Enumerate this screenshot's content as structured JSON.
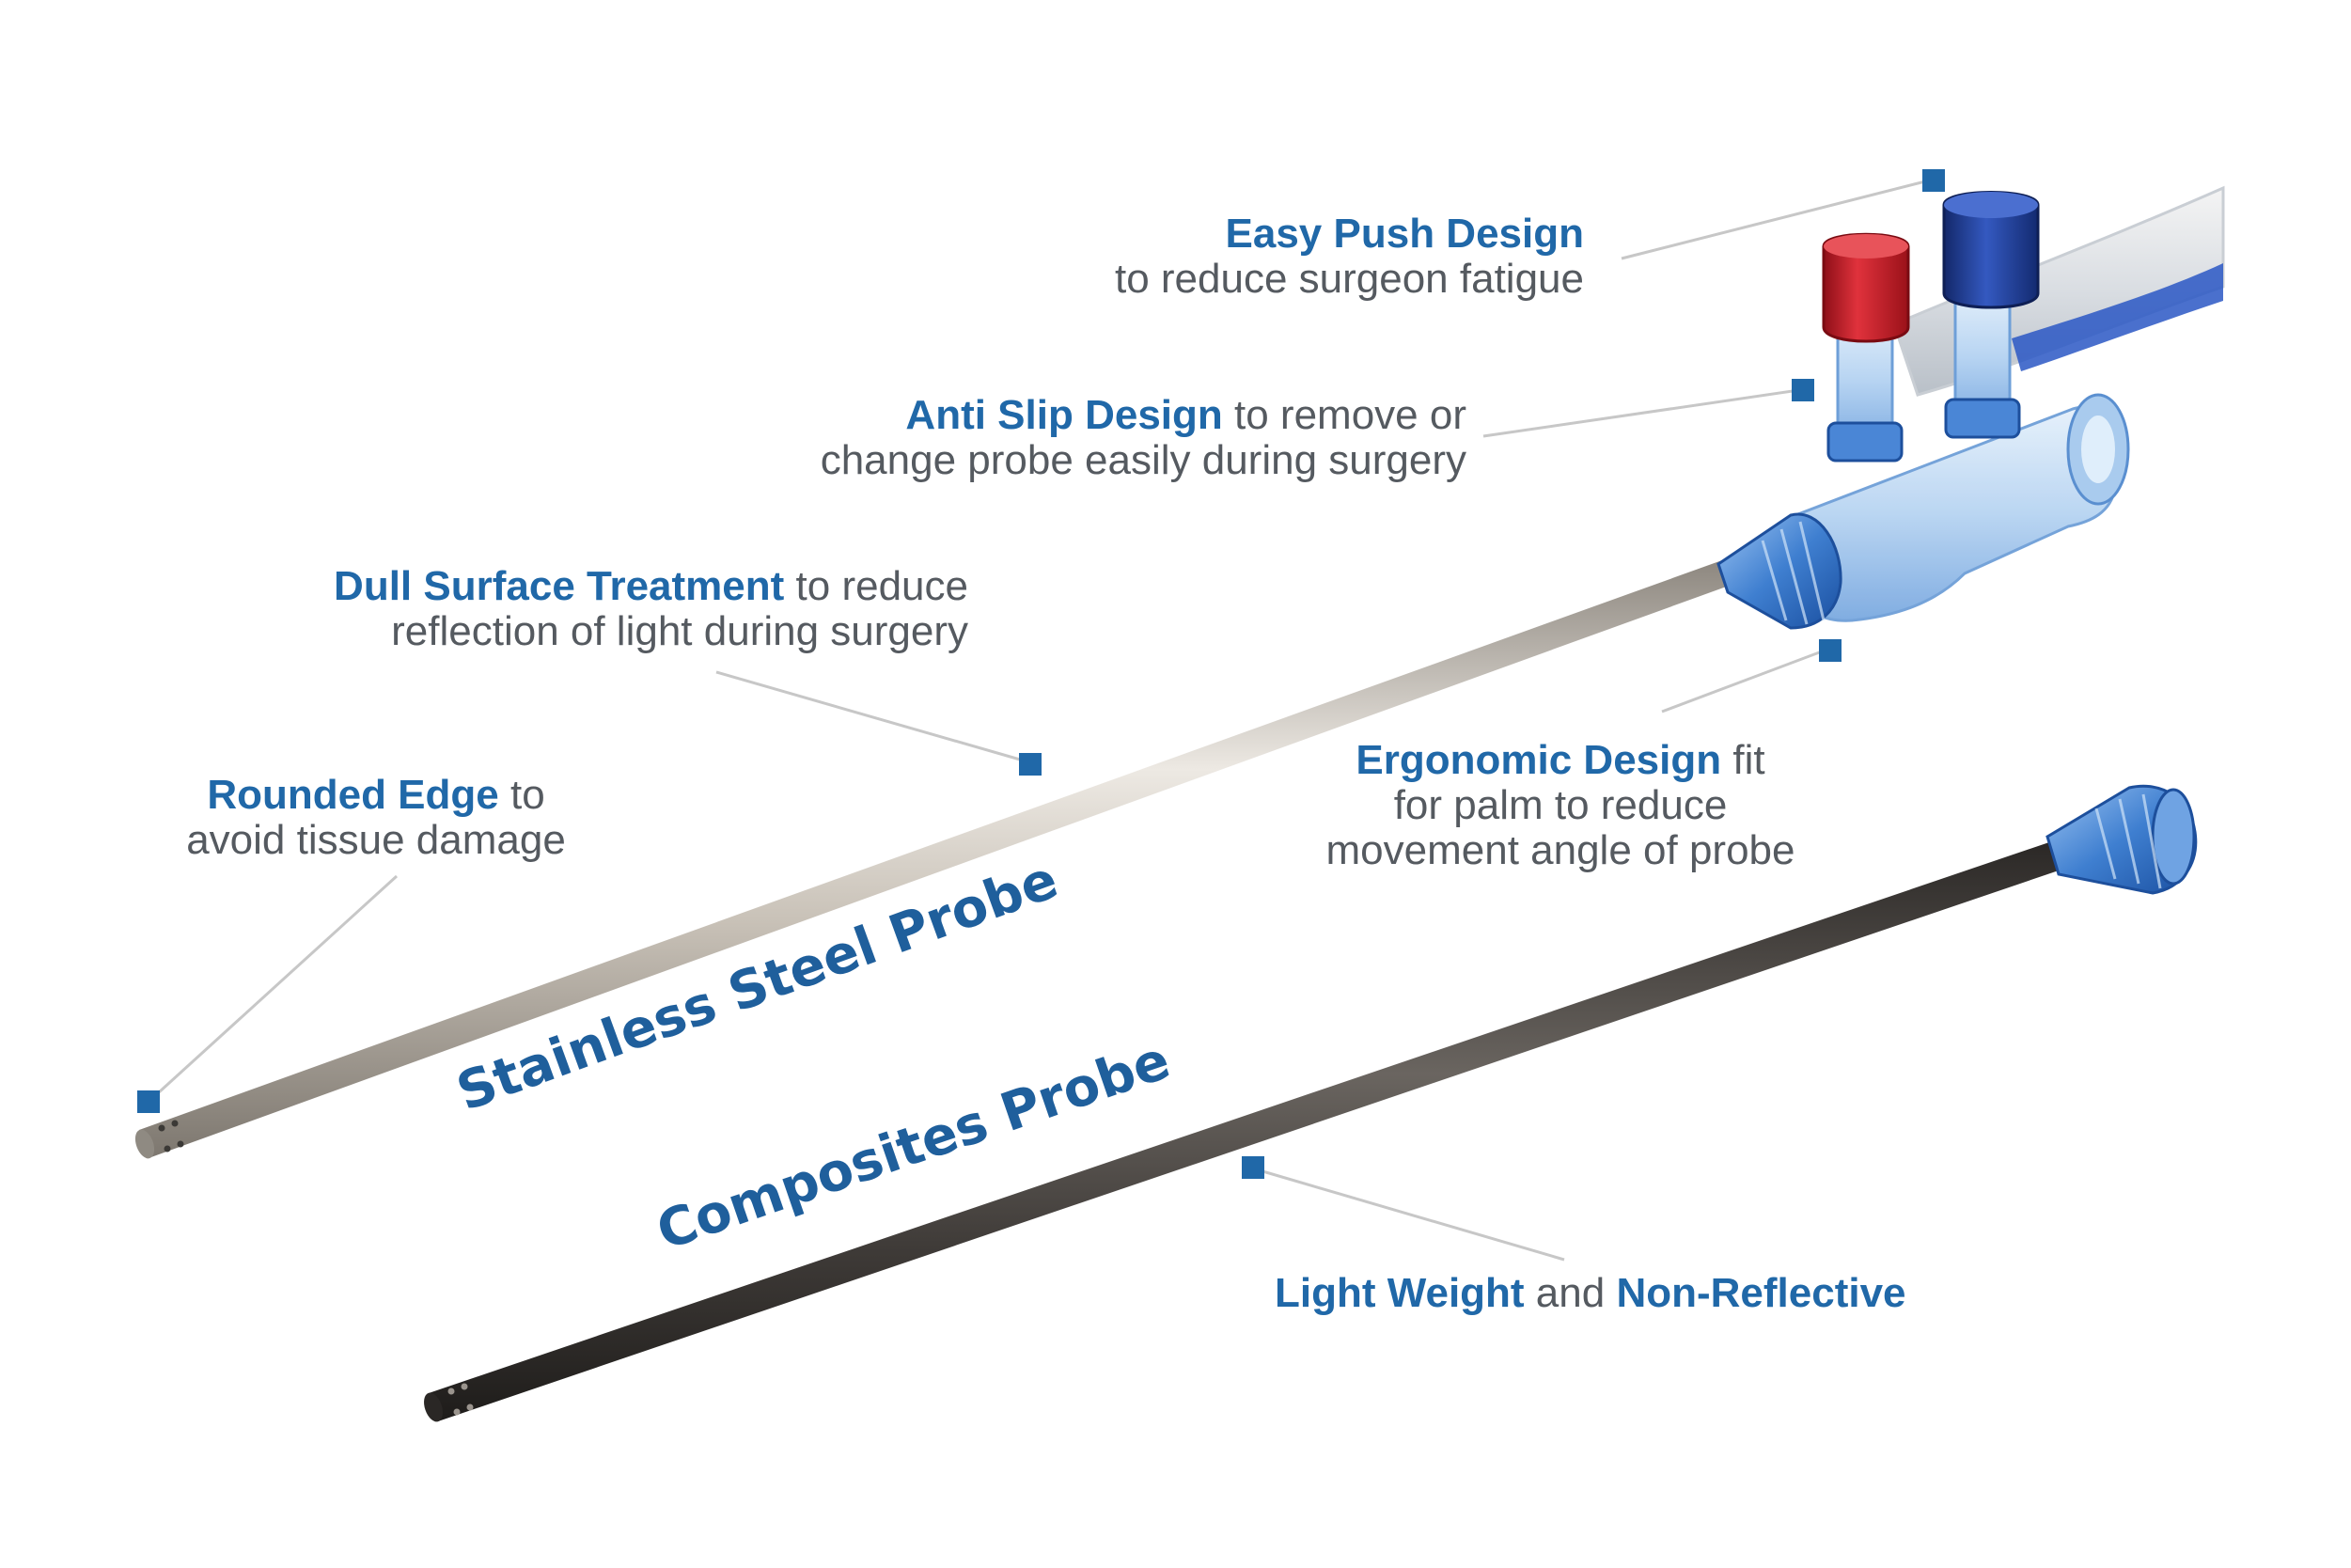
{
  "colors": {
    "accent": "#2068a8",
    "body_text": "#555a60",
    "leader_line": "#c7c7c7",
    "steel": "#b9b2a9",
    "composite": "#4a4744",
    "cap_red": "#c81e2a",
    "cap_blue": "#1d3f96",
    "hub_blue": "#3f7fd0"
  },
  "callouts": {
    "easy_push": {
      "bold": "Easy Push Design",
      "rest": "",
      "line2": "to reduce surgeon fatigue"
    },
    "anti_slip": {
      "bold": "Anti Slip Design",
      "rest": " to remove or",
      "line2": "change probe easily during surgery"
    },
    "dull_surface": {
      "bold": "Dull Surface Treatment",
      "rest": " to reduce",
      "line2": "reflection of light during surgery"
    },
    "rounded_edge": {
      "bold": "Rounded Edge",
      "rest": " to",
      "line2": "avoid tissue damage"
    },
    "ergonomic": {
      "bold": "Ergonomic Design",
      "rest": " fit",
      "line2": "for palm to reduce",
      "line3": "movement angle of probe"
    },
    "light_weight": {
      "bold1": "Light Weight",
      "mid": " and ",
      "bold2": "Non-Reflective"
    }
  },
  "probes": {
    "stainless": {
      "title": "Stainless Steel Probe"
    },
    "composite": {
      "title": "Composites Probe"
    }
  }
}
